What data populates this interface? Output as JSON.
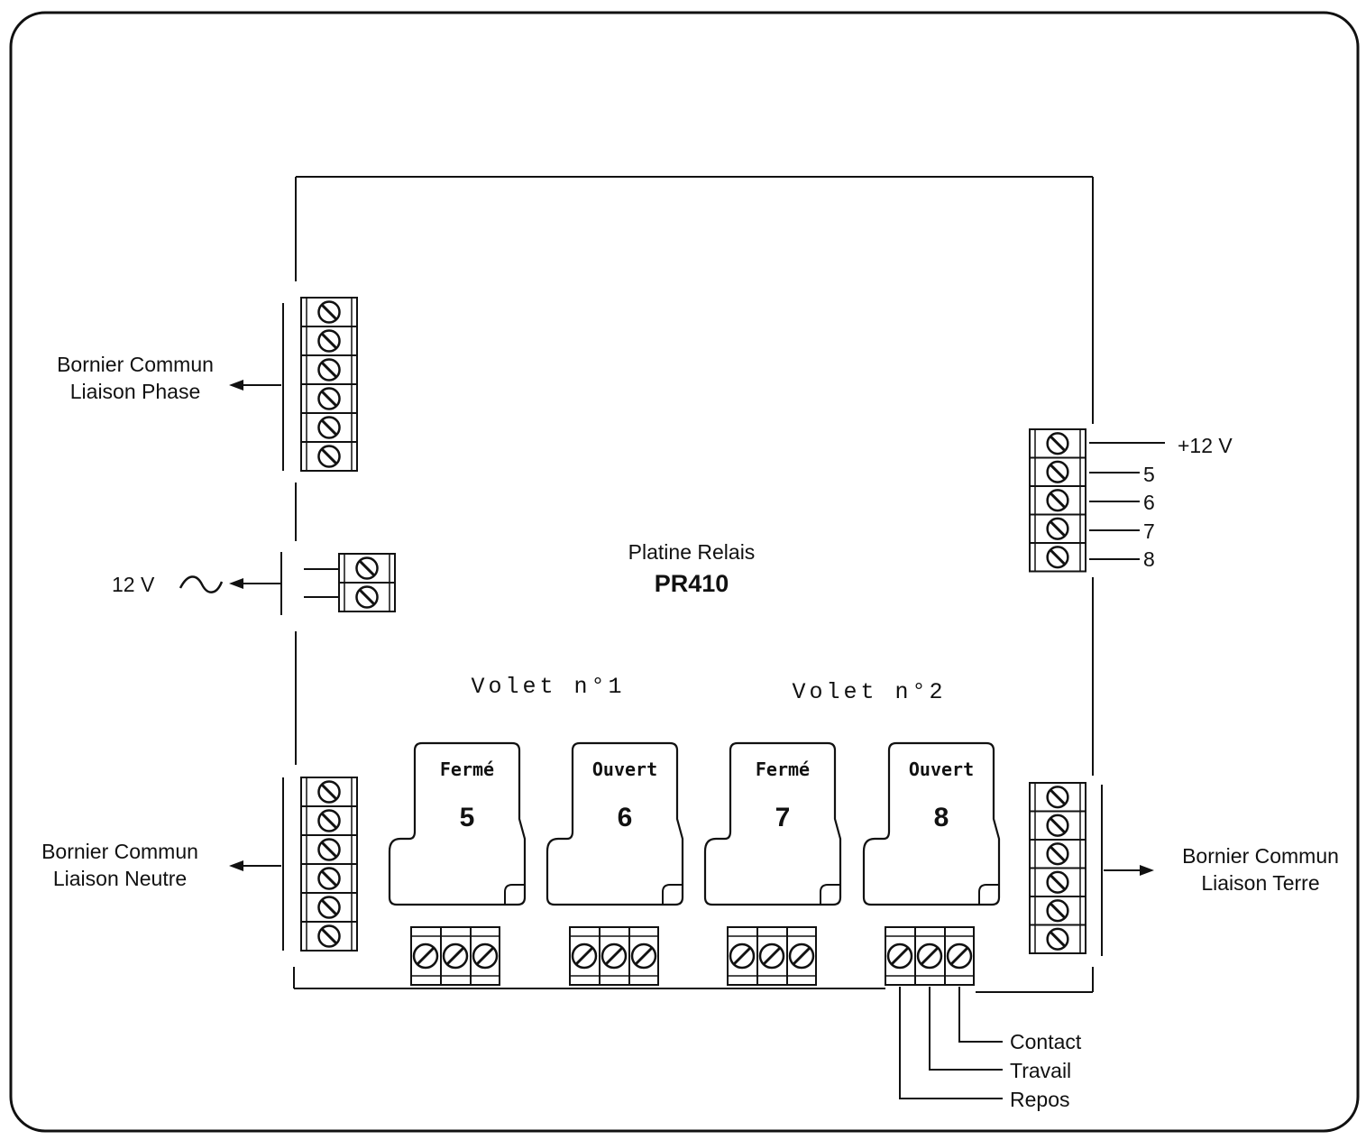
{
  "board": {
    "title": "Platine Relais",
    "model": "PR410"
  },
  "left_labels": {
    "phase_line1": "Bornier Commun",
    "phase_line2": "Liaison Phase",
    "power": "12 V",
    "neutre_line1": "Bornier Commun",
    "neutre_line2": "Liaison Neutre"
  },
  "right_labels": {
    "terre_line1": "Bornier Commun",
    "terre_line2": "Liaison Terre",
    "supply": "+12 V",
    "inputs": [
      "5",
      "6",
      "7",
      "8"
    ]
  },
  "volets": [
    {
      "label": "Volet n°1"
    },
    {
      "label": "Volet n°2"
    }
  ],
  "relays": [
    {
      "state": "Fermé",
      "number": "5"
    },
    {
      "state": "Ouvert",
      "number": "6"
    },
    {
      "state": "Fermé",
      "number": "7"
    },
    {
      "state": "Ouvert",
      "number": "8"
    }
  ],
  "contacts": {
    "contact": "Contact",
    "travail": "Travail",
    "repos": "Repos"
  },
  "colors": {
    "ink": "#111111",
    "terminal_fill": "#ffffff",
    "paper": "#ffffff"
  }
}
